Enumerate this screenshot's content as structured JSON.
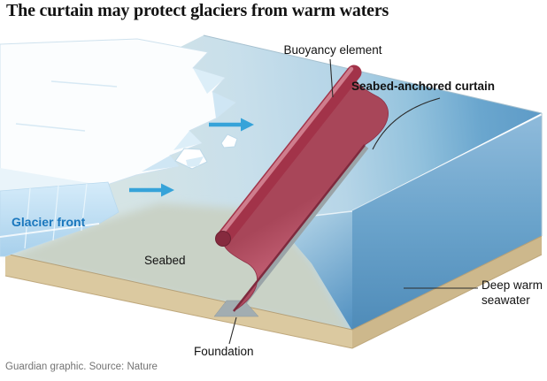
{
  "title": "The curtain may protect glaciers from warm waters",
  "footer": "Guardian graphic. Source: Nature",
  "labels": {
    "buoyancy_element": "Buoyancy element",
    "seabed_anchored_curtain": "Seabed-anchored curtain",
    "glacier_front": "Glacier front",
    "seabed": "Seabed",
    "deep_warm_seawater": "Deep warm\nseawater",
    "foundation": "Foundation"
  },
  "icons": {
    "flow_arrow": "→"
  },
  "colors": {
    "title_text": "#121212",
    "label_text": "#121212",
    "glacier_label_blue": "#1a77bd",
    "footer_text": "#737373",
    "curtain": "#bd5a6e",
    "curtain_dark": "#8e3046",
    "buoy_tube": "#a23349",
    "water_deep": "#5e9bc7",
    "water_pale": "#cfe4ee",
    "seabed_floor": "#c9d2c6",
    "sand": "#dbc9a0",
    "glacier_face": "#d6ecfa",
    "arrow": "#36a3d9",
    "leader_line": "#2b2b2b"
  }
}
